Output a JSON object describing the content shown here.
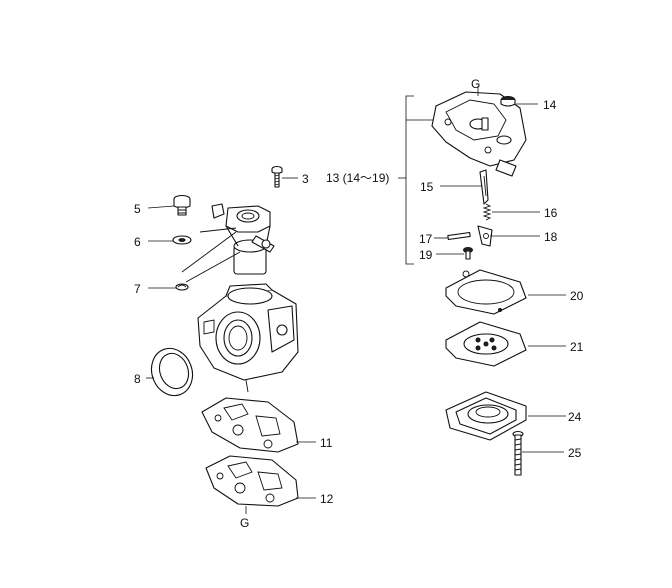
{
  "labels": {
    "g_top": "G",
    "p14": "14",
    "p13": "13 (14〜19)",
    "p3": "3",
    "p15": "15",
    "p5": "5",
    "p16": "16",
    "p6": "6",
    "p17": "17",
    "p18": "18",
    "p19": "19",
    "p7": "7",
    "p20": "20",
    "p21": "21",
    "p8": "8",
    "p24": "24",
    "p11": "11",
    "p25": "25",
    "p12": "12",
    "g_bottom": "G"
  }
}
